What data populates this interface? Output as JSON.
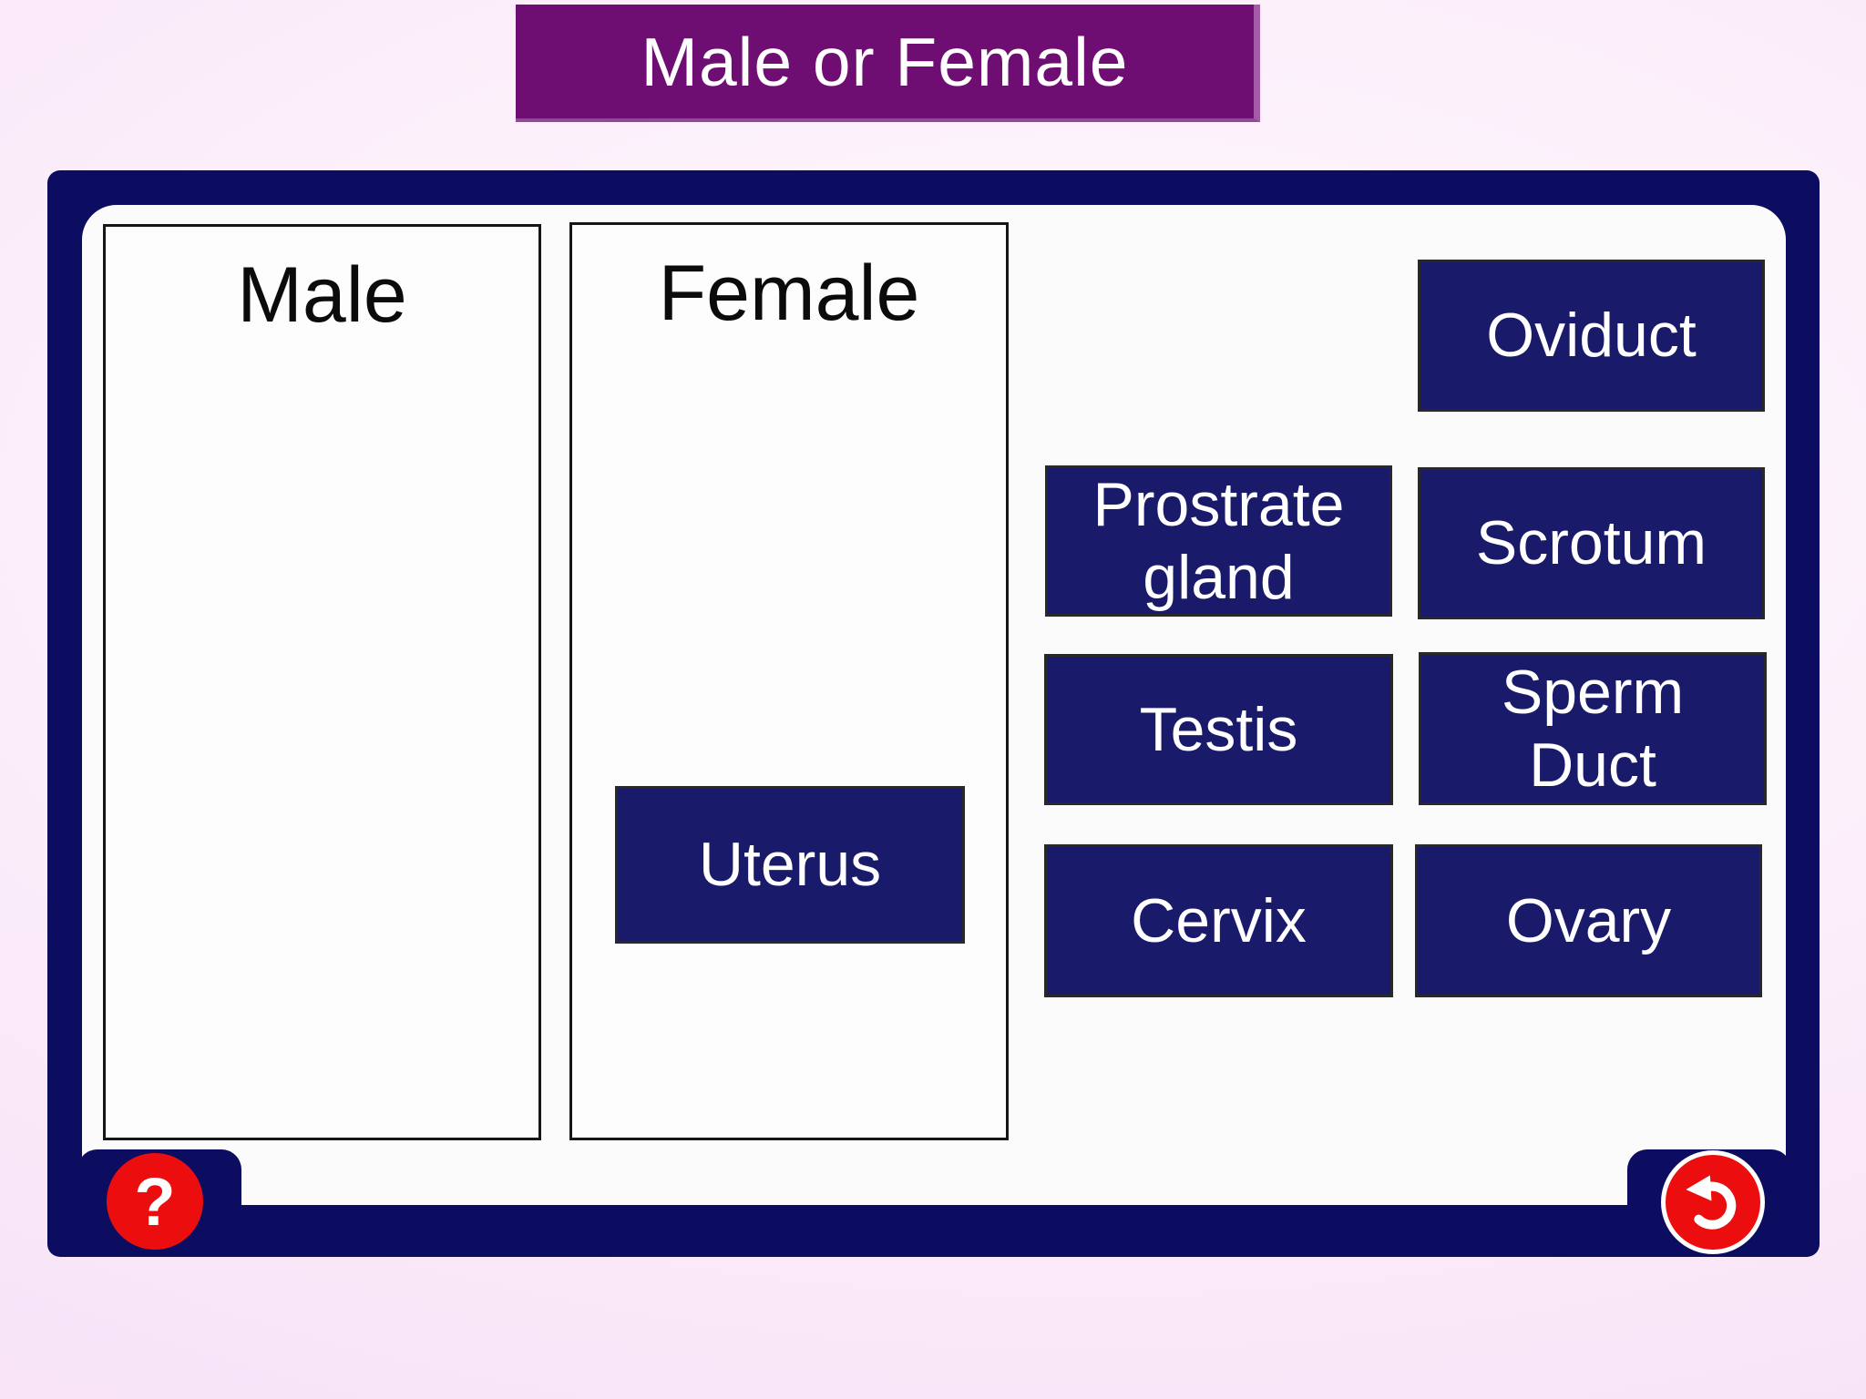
{
  "app": {
    "title": "Male or Female"
  },
  "columns": {
    "male": {
      "header": "Male",
      "items": []
    },
    "female": {
      "header": "Female",
      "items": [
        {
          "label": "Uterus"
        }
      ]
    }
  },
  "tray": {
    "oviduct": {
      "label": "Oviduct"
    },
    "prostrate_gland": {
      "label": "Prostrate gland"
    },
    "scrotum": {
      "label": "Scrotum"
    },
    "testis": {
      "label": "Testis"
    },
    "sperm_duct": {
      "label": "Sperm Duct"
    },
    "cervix": {
      "label": "Cervix"
    },
    "ovary": {
      "label": "Ovary"
    }
  },
  "footer": {
    "help_symbol": "?",
    "undo_icon": "undo-rotate-arrow-icon"
  },
  "colors": {
    "banner_purple": "#6e0e73",
    "frame_navy": "#0c0c60",
    "tile_navy": "#1a1a6b",
    "button_red": "#ec0e0e",
    "background_pink": "#f8e3f7"
  }
}
